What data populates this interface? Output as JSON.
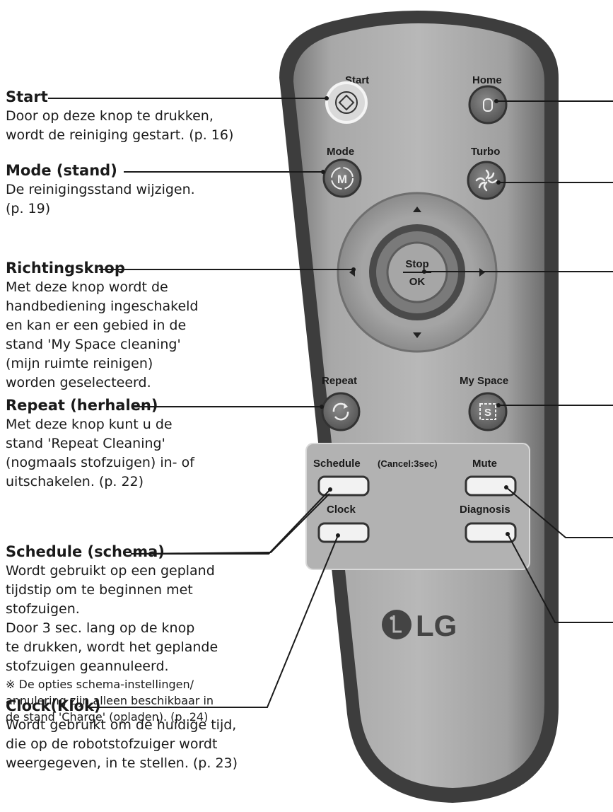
{
  "annotations": {
    "start": {
      "title": "Start",
      "desc": "Door op deze knop te drukken,\nwordt de reiniging gestart. (p. 16)"
    },
    "mode": {
      "title": "Mode (stand)",
      "desc": "De reinigingsstand wijzigen.\n(p. 19)"
    },
    "direction": {
      "title": "Richtingsknop",
      "desc": "Met deze knop wordt de\nhandbediening ingeschakeld\nen kan er een gebied in de\nstand 'My Space cleaning'\n(mijn ruimte reinigen)\nworden geselecteerd."
    },
    "repeat": {
      "title": "Repeat (herhalen)",
      "desc": "Met deze knop kunt u de\nstand 'Repeat Cleaning'\n(nogmaals stofzuigen) in- of\nuitschakelen. (p. 22)"
    },
    "schedule": {
      "title": "Schedule (schema)",
      "desc": "Wordt gebruikt op een gepland\ntijdstip om te beginnen met\nstofzuigen.\nDoor 3 sec. lang op de knop\nte drukken, wordt het geplande\nstofzuigen geannuleerd.",
      "note": "※ De opties schema-instellingen/\n   annulering zijn alleen beschikbaar in\n   de stand 'Charge' (opladen). (p. 24)"
    },
    "clock": {
      "title": "Clock(Klok)",
      "desc": "Wordt gebruikt om de huidige tijd,\ndie op de robotstofzuiger wordt\nweergegeven, in te stellen. (p. 23)"
    }
  },
  "remote": {
    "start_label": "Start",
    "home_label": "Home",
    "mode_label": "Mode",
    "turbo_label": "Turbo",
    "stop_label": "Stop",
    "ok_label": "OK",
    "repeat_label": "Repeat",
    "myspace_label": "My Space",
    "schedule_label": "Schedule",
    "schedule_cancel_label": "(Cancel:3sec)",
    "mute_label": "Mute",
    "clock_label": "Clock",
    "diagnosis_label": "Diagnosis",
    "brand": "LG",
    "mode_icon_text": "M",
    "myspace_icon_text": "S"
  },
  "colors": {
    "body": "#9a9a9a",
    "body_dark": "#3d3d3d",
    "panel": "#b5b5b5",
    "button_dark": "#6e6e6e",
    "start_button": "#e8e8e8",
    "key_light": "#f2f2f2"
  }
}
